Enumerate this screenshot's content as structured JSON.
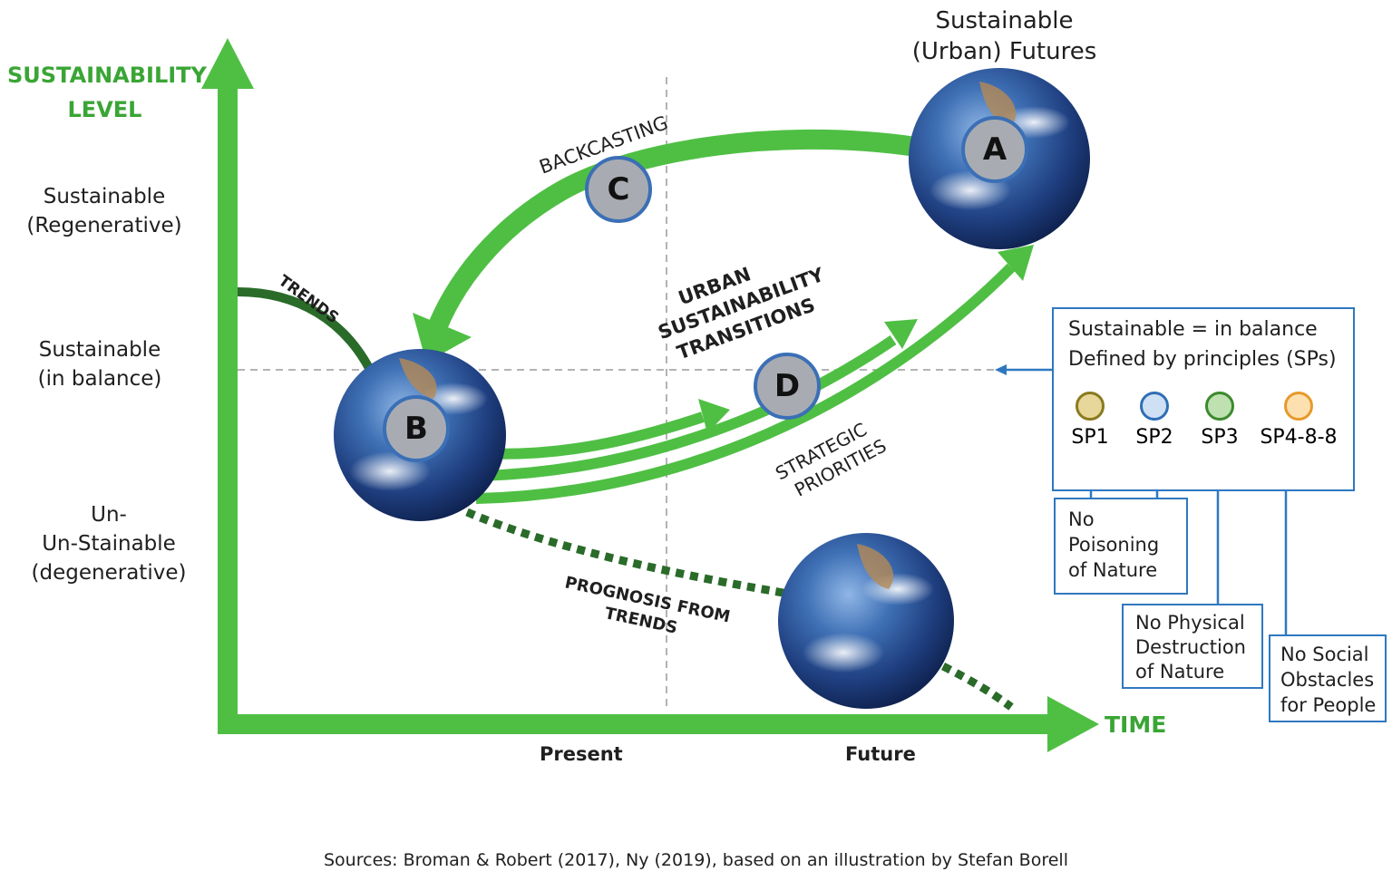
{
  "y_axis": {
    "title_lines": [
      "SUSTAINABILITY",
      "LEVEL"
    ],
    "levels": [
      {
        "lines": [
          "Sustainable",
          "(Regenerative)"
        ]
      },
      {
        "lines": [
          "Sustainable",
          "(in balance)"
        ]
      },
      {
        "lines": [
          "Un-",
          "Un-Stainable",
          "(degenerative)"
        ]
      }
    ]
  },
  "x_axis": {
    "title": "TIME",
    "ticks": [
      "Present",
      "Future"
    ]
  },
  "top_title_lines": [
    "Sustainable",
    "(Urban) Futures"
  ],
  "nodes": {
    "a": "A",
    "b": "B",
    "c": "C",
    "d": "D"
  },
  "paths": {
    "backcasting": "BACKCASTING",
    "trends": "TRENDS",
    "transitions_lines": [
      "URBAN",
      "SUSTAINABILITY",
      "TRANSITIONS"
    ],
    "strategic_lines": [
      "STRATEGIC",
      "PRIORITIES"
    ],
    "prognosis_lines": [
      "PROGNOSIS FROM",
      "TRENDS"
    ]
  },
  "principles_box": {
    "lines": [
      "Sustainable = in balance",
      "Defined by principles (SPs)"
    ],
    "items": [
      {
        "label": "SP1",
        "icon": "sp1-icon",
        "color": "#8a7a1e"
      },
      {
        "label": "SP2",
        "icon": "sp2-icon",
        "color": "#2f6fb5"
      },
      {
        "label": "SP3",
        "icon": "sp3-icon",
        "color": "#3c8a2e"
      },
      {
        "label": "SP4-8-8",
        "icon": "sp4-icon",
        "color": "#e69a2a"
      }
    ]
  },
  "principle_notes": [
    {
      "lines": [
        "No",
        "Poisoning",
        "of Nature"
      ]
    },
    {
      "lines": [
        "No Physical",
        "Destruction",
        "of Nature"
      ]
    },
    {
      "lines": [
        "No Social",
        "Obstacles",
        "for People"
      ]
    }
  ],
  "source": "Sources: Broman & Robert (2017), Ny (2019), based on an illustration by Stefan Borell",
  "colors": {
    "green": "#4fbf44",
    "dark_green": "#2a6b2a",
    "blue": "#2f78c0"
  }
}
